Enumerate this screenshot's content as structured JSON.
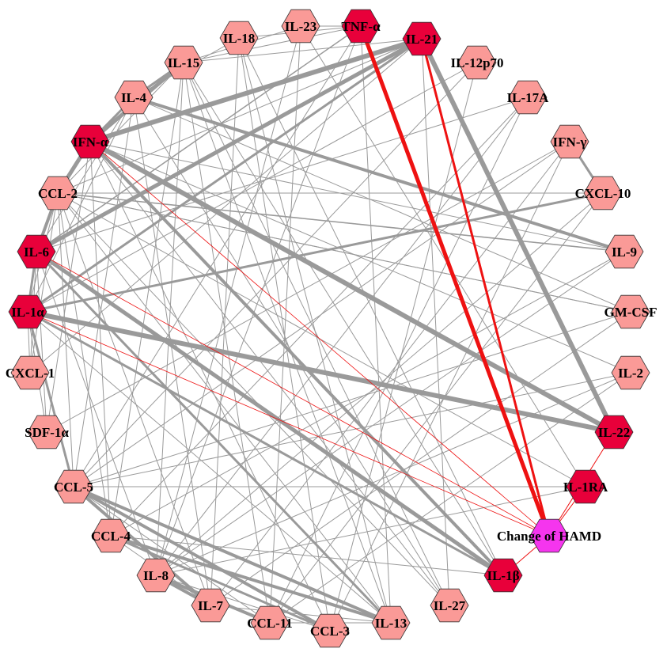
{
  "colors": {
    "hub": "#e8003a",
    "regular": "#fa9a97",
    "target": "#f535ee",
    "edge_gray": "#9a9a9a",
    "edge_red": "#ee1111"
  },
  "nodes": [
    {
      "id": "il23",
      "label": "IL-23",
      "kind": "regular"
    },
    {
      "id": "tnfa",
      "label": "TNF-α",
      "kind": "hub"
    },
    {
      "id": "il21",
      "label": "IL-21",
      "kind": "hub"
    },
    {
      "id": "il12p70",
      "label": "IL-12p70",
      "kind": "regular"
    },
    {
      "id": "il17a",
      "label": "IL-17A",
      "kind": "regular"
    },
    {
      "id": "ifng",
      "label": "IFN-γ",
      "kind": "regular"
    },
    {
      "id": "cxcl10",
      "label": "CXCL-10",
      "kind": "regular"
    },
    {
      "id": "il9",
      "label": "IL-9",
      "kind": "regular"
    },
    {
      "id": "gmcsf",
      "label": "GM-CSF",
      "kind": "regular"
    },
    {
      "id": "il2",
      "label": "IL-2",
      "kind": "regular"
    },
    {
      "id": "il22",
      "label": "IL-22",
      "kind": "hub"
    },
    {
      "id": "il1ra",
      "label": "IL-1RA",
      "kind": "hub"
    },
    {
      "id": "hamd",
      "label": "Change of HAMD",
      "kind": "target"
    },
    {
      "id": "il1b",
      "label": "IL-1β",
      "kind": "hub"
    },
    {
      "id": "il27",
      "label": "IL-27",
      "kind": "regular"
    },
    {
      "id": "il13",
      "label": "IL-13",
      "kind": "regular"
    },
    {
      "id": "ccl3",
      "label": "CCL-3",
      "kind": "regular"
    },
    {
      "id": "ccl11",
      "label": "CCL-11",
      "kind": "regular"
    },
    {
      "id": "il7",
      "label": "IL-7",
      "kind": "regular"
    },
    {
      "id": "il8",
      "label": "IL-8",
      "kind": "regular"
    },
    {
      "id": "ccl4",
      "label": "CCL-4",
      "kind": "regular"
    },
    {
      "id": "ccl5",
      "label": "CCL-5",
      "kind": "regular"
    },
    {
      "id": "sdf1a",
      "label": "SDF-1α",
      "kind": "regular"
    },
    {
      "id": "cxcl1",
      "label": "CXCL-1",
      "kind": "regular"
    },
    {
      "id": "il1a",
      "label": "IL-1α",
      "kind": "hub"
    },
    {
      "id": "il6",
      "label": "IL-6",
      "kind": "hub"
    },
    {
      "id": "ccl2",
      "label": "CCL-2",
      "kind": "regular"
    },
    {
      "id": "ifna",
      "label": "IFN-α",
      "kind": "hub"
    },
    {
      "id": "il4",
      "label": "IL-4",
      "kind": "regular"
    },
    {
      "id": "il15",
      "label": "IL-15",
      "kind": "regular"
    },
    {
      "id": "il18",
      "label": "IL-18",
      "kind": "regular"
    }
  ],
  "edges": [
    {
      "a": "tnfa",
      "b": "hamd",
      "w": 5,
      "c": "red"
    },
    {
      "a": "il21",
      "b": "hamd",
      "w": 3,
      "c": "red"
    },
    {
      "a": "il22",
      "b": "hamd",
      "w": 1,
      "c": "red"
    },
    {
      "a": "il1ra",
      "b": "hamd",
      "w": 1,
      "c": "red"
    },
    {
      "a": "il1b",
      "b": "hamd",
      "w": 1,
      "c": "red"
    },
    {
      "a": "ifna",
      "b": "hamd",
      "w": 0.8,
      "c": "red"
    },
    {
      "a": "il6",
      "b": "hamd",
      "w": 0.8,
      "c": "red"
    },
    {
      "a": "il1a",
      "b": "hamd",
      "w": 0.8,
      "c": "red"
    },
    {
      "a": "ifna",
      "b": "il21",
      "w": 6,
      "c": "gray"
    },
    {
      "a": "ifna",
      "b": "il22",
      "w": 6,
      "c": "gray"
    },
    {
      "a": "il1a",
      "b": "il22",
      "w": 6,
      "c": "gray"
    },
    {
      "a": "il21",
      "b": "il22",
      "w": 6,
      "c": "gray"
    },
    {
      "a": "il6",
      "b": "il21",
      "w": 5,
      "c": "gray"
    },
    {
      "a": "il6",
      "b": "il1b",
      "w": 5,
      "c": "gray"
    },
    {
      "a": "ifna",
      "b": "il1b",
      "w": 4,
      "c": "gray"
    },
    {
      "a": "il4",
      "b": "il9",
      "w": 4,
      "c": "gray"
    },
    {
      "a": "ifna",
      "b": "il15",
      "w": 5,
      "c": "gray"
    },
    {
      "a": "ifna",
      "b": "ccl2",
      "w": 5,
      "c": "gray"
    },
    {
      "a": "il1a",
      "b": "il21",
      "w": 3,
      "c": "gray"
    },
    {
      "a": "il1a",
      "b": "cxcl10",
      "w": 3,
      "c": "gray"
    },
    {
      "a": "il6",
      "b": "il13",
      "w": 3,
      "c": "gray"
    },
    {
      "a": "il1a",
      "b": "il1b",
      "w": 3,
      "c": "gray"
    },
    {
      "a": "ccl5",
      "b": "il13",
      "w": 4,
      "c": "gray"
    },
    {
      "a": "ccl4",
      "b": "il13",
      "w": 4,
      "c": "gray"
    },
    {
      "a": "ccl5",
      "b": "ccl3",
      "w": 4,
      "c": "gray"
    },
    {
      "a": "ccl4",
      "b": "ccl3",
      "w": 3,
      "c": "gray"
    },
    {
      "a": "il8",
      "b": "ccl11",
      "w": 4,
      "c": "gray"
    },
    {
      "a": "il8",
      "b": "il7",
      "w": 4,
      "c": "gray"
    },
    {
      "a": "ccl5",
      "b": "il7",
      "w": 4,
      "c": "gray"
    },
    {
      "a": "ccl2",
      "b": "il6",
      "w": 4,
      "c": "gray"
    },
    {
      "a": "il6",
      "b": "il1a",
      "w": 3,
      "c": "gray"
    },
    {
      "a": "il1a",
      "b": "ccl5",
      "w": 3,
      "c": "gray"
    },
    {
      "a": "ifna",
      "b": "il4",
      "w": 3,
      "c": "gray"
    },
    {
      "a": "il4",
      "b": "il15",
      "w": 3,
      "c": "gray"
    },
    {
      "a": "ifng",
      "b": "cxcl10",
      "w": 3,
      "c": "gray"
    },
    {
      "a": "il9",
      "b": "ccl2",
      "w": 1.5,
      "c": "gray"
    },
    {
      "a": "tnfa",
      "b": "il6",
      "w": 1.5,
      "c": "gray"
    },
    {
      "a": "tnfa",
      "b": "ccl5",
      "w": 1,
      "c": "gray"
    },
    {
      "a": "tnfa",
      "b": "il13",
      "w": 1,
      "c": "gray"
    },
    {
      "a": "tnfa",
      "b": "il18",
      "w": 1,
      "c": "gray"
    },
    {
      "a": "tnfa",
      "b": "il23",
      "w": 1,
      "c": "gray"
    },
    {
      "a": "tnfa",
      "b": "il15",
      "w": 1,
      "c": "gray"
    },
    {
      "a": "tnfa",
      "b": "il8",
      "w": 1,
      "c": "gray"
    },
    {
      "a": "il21",
      "b": "ccl2",
      "w": 1,
      "c": "gray"
    },
    {
      "a": "il21",
      "b": "cxcl1",
      "w": 1,
      "c": "gray"
    },
    {
      "a": "il21",
      "b": "il15",
      "w": 1,
      "c": "gray"
    },
    {
      "a": "il21",
      "b": "il27",
      "w": 1,
      "c": "gray"
    },
    {
      "a": "il12p70",
      "b": "ccl5",
      "w": 1,
      "c": "gray"
    },
    {
      "a": "il12p70",
      "b": "ccl3",
      "w": 1,
      "c": "gray"
    },
    {
      "a": "il12p70",
      "b": "il1a",
      "w": 1,
      "c": "gray"
    },
    {
      "a": "il17a",
      "b": "ccl4",
      "w": 1,
      "c": "gray"
    },
    {
      "a": "il17a",
      "b": "ccl11",
      "w": 1,
      "c": "gray"
    },
    {
      "a": "il17a",
      "b": "il6",
      "w": 1,
      "c": "gray"
    },
    {
      "a": "il17a",
      "b": "il8",
      "w": 1,
      "c": "gray"
    },
    {
      "a": "ifng",
      "b": "ccl5",
      "w": 1,
      "c": "gray"
    },
    {
      "a": "ifng",
      "b": "il7",
      "w": 1,
      "c": "gray"
    },
    {
      "a": "ifng",
      "b": "ccl3",
      "w": 1,
      "c": "gray"
    },
    {
      "a": "ifng",
      "b": "sdf1a",
      "w": 1,
      "c": "gray"
    },
    {
      "a": "cxcl10",
      "b": "il8",
      "w": 1,
      "c": "gray"
    },
    {
      "a": "cxcl10",
      "b": "ccl11",
      "w": 1,
      "c": "gray"
    },
    {
      "a": "cxcl10",
      "b": "ccl2",
      "w": 1,
      "c": "gray"
    },
    {
      "a": "il9",
      "b": "ccl4",
      "w": 1,
      "c": "gray"
    },
    {
      "a": "il9",
      "b": "il8",
      "w": 1,
      "c": "gray"
    },
    {
      "a": "il9",
      "b": "ifna",
      "w": 1,
      "c": "gray"
    },
    {
      "a": "gmcsf",
      "b": "ccl5",
      "w": 1,
      "c": "gray"
    },
    {
      "a": "gmcsf",
      "b": "ccl2",
      "w": 1,
      "c": "gray"
    },
    {
      "a": "gmcsf",
      "b": "il7",
      "w": 1,
      "c": "gray"
    },
    {
      "a": "gmcsf",
      "b": "il4",
      "w": 1,
      "c": "gray"
    },
    {
      "a": "il2",
      "b": "ccl5",
      "w": 1,
      "c": "gray"
    },
    {
      "a": "il2",
      "b": "il8",
      "w": 1,
      "c": "gray"
    },
    {
      "a": "il2",
      "b": "ccl11",
      "w": 1,
      "c": "gray"
    },
    {
      "a": "il2",
      "b": "ifna",
      "w": 1,
      "c": "gray"
    },
    {
      "a": "il1ra",
      "b": "ccl5",
      "w": 1,
      "c": "gray"
    },
    {
      "a": "il1ra",
      "b": "il8",
      "w": 1,
      "c": "gray"
    },
    {
      "a": "il1ra",
      "b": "ccl2",
      "w": 1,
      "c": "gray"
    },
    {
      "a": "il1ra",
      "b": "il23",
      "w": 1,
      "c": "gray"
    },
    {
      "a": "il1b",
      "b": "il18",
      "w": 1,
      "c": "gray"
    },
    {
      "a": "il1b",
      "b": "il15",
      "w": 1,
      "c": "gray"
    },
    {
      "a": "il1b",
      "b": "ccl4",
      "w": 1,
      "c": "gray"
    },
    {
      "a": "il27",
      "b": "il15",
      "w": 1,
      "c": "gray"
    },
    {
      "a": "il27",
      "b": "ccl2",
      "w": 1,
      "c": "gray"
    },
    {
      "a": "il27",
      "b": "il4",
      "w": 1,
      "c": "gray"
    },
    {
      "a": "il27",
      "b": "ifna",
      "w": 1,
      "c": "gray"
    },
    {
      "a": "il13",
      "b": "il15",
      "w": 1,
      "c": "gray"
    },
    {
      "a": "il13",
      "b": "il18",
      "w": 1,
      "c": "gray"
    },
    {
      "a": "il13",
      "b": "ccl2",
      "w": 1,
      "c": "gray"
    },
    {
      "a": "ccl3",
      "b": "il18",
      "w": 1,
      "c": "gray"
    },
    {
      "a": "ccl3",
      "b": "ifna",
      "w": 1,
      "c": "gray"
    },
    {
      "a": "ccl11",
      "b": "il23",
      "w": 1,
      "c": "gray"
    },
    {
      "a": "ccl11",
      "b": "il15",
      "w": 1,
      "c": "gray"
    },
    {
      "a": "il7",
      "b": "il18",
      "w": 1,
      "c": "gray"
    },
    {
      "a": "il7",
      "b": "il4",
      "w": 1,
      "c": "gray"
    },
    {
      "a": "il8",
      "b": "il23",
      "w": 1,
      "c": "gray"
    },
    {
      "a": "il8",
      "b": "il15",
      "w": 1,
      "c": "gray"
    },
    {
      "a": "ccl4",
      "b": "il15",
      "w": 1,
      "c": "gray"
    },
    {
      "a": "ccl4",
      "b": "ifna",
      "w": 1,
      "c": "gray"
    },
    {
      "a": "ccl5",
      "b": "il4",
      "w": 1,
      "c": "gray"
    },
    {
      "a": "ccl5",
      "b": "ccl2",
      "w": 1,
      "c": "gray"
    },
    {
      "a": "sdf1a",
      "b": "il6",
      "w": 1,
      "c": "gray"
    },
    {
      "a": "sdf1a",
      "b": "ifna",
      "w": 1,
      "c": "gray"
    },
    {
      "a": "cxcl1",
      "b": "il6",
      "w": 1,
      "c": "gray"
    },
    {
      "a": "cxcl1",
      "b": "ccl2",
      "w": 1,
      "c": "gray"
    },
    {
      "a": "il1a",
      "b": "ccl2",
      "w": 1,
      "c": "gray"
    },
    {
      "a": "il1a",
      "b": "il4",
      "w": 1,
      "c": "gray"
    },
    {
      "a": "il6",
      "b": "il4",
      "w": 1,
      "c": "gray"
    },
    {
      "a": "ccl2",
      "b": "il15",
      "w": 1,
      "c": "gray"
    },
    {
      "a": "ccl2",
      "b": "il9",
      "w": 1,
      "c": "gray"
    },
    {
      "a": "ccl2",
      "b": "gmcsf",
      "w": 1,
      "c": "gray"
    },
    {
      "a": "il18",
      "b": "il4",
      "w": 1,
      "c": "gray"
    },
    {
      "a": "il23",
      "b": "il15",
      "w": 1,
      "c": "gray"
    },
    {
      "a": "il1a",
      "b": "il13",
      "w": 1,
      "c": "gray"
    },
    {
      "a": "il6",
      "b": "il8",
      "w": 1,
      "c": "gray"
    },
    {
      "a": "ccl2",
      "b": "il7",
      "w": 1,
      "c": "gray"
    },
    {
      "a": "ccl5",
      "b": "ccl11",
      "w": 1,
      "c": "gray"
    },
    {
      "a": "il8",
      "b": "ccl3",
      "w": 1,
      "c": "gray"
    },
    {
      "a": "il7",
      "b": "il13",
      "w": 1,
      "c": "gray"
    },
    {
      "a": "ccl11",
      "b": "il13",
      "w": 1,
      "c": "gray"
    },
    {
      "a": "ccl4",
      "b": "il7",
      "w": 1,
      "c": "gray"
    },
    {
      "a": "il1a",
      "b": "cxcl1",
      "w": 1,
      "c": "gray"
    },
    {
      "a": "il1a",
      "b": "sdf1a",
      "w": 1,
      "c": "gray"
    },
    {
      "a": "ccl2",
      "b": "ccl4",
      "w": 1,
      "c": "gray"
    }
  ]
}
